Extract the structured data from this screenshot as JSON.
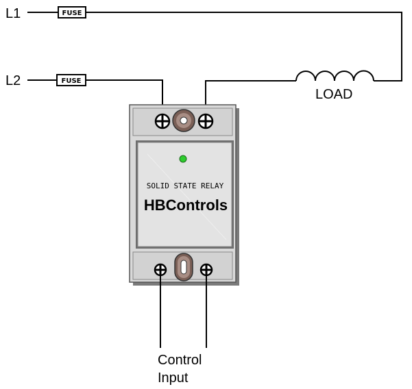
{
  "diagram": {
    "lines": {
      "l1": "L1",
      "l2": "L2"
    },
    "fuse_label": "FUSE",
    "load_label": "LOAD",
    "relay": {
      "title": "SOLID STATE RELAY",
      "brand": "HBControls",
      "indicator_color": "#2ecc2e"
    },
    "control": {
      "line1": "Control",
      "line2": "Input"
    }
  }
}
